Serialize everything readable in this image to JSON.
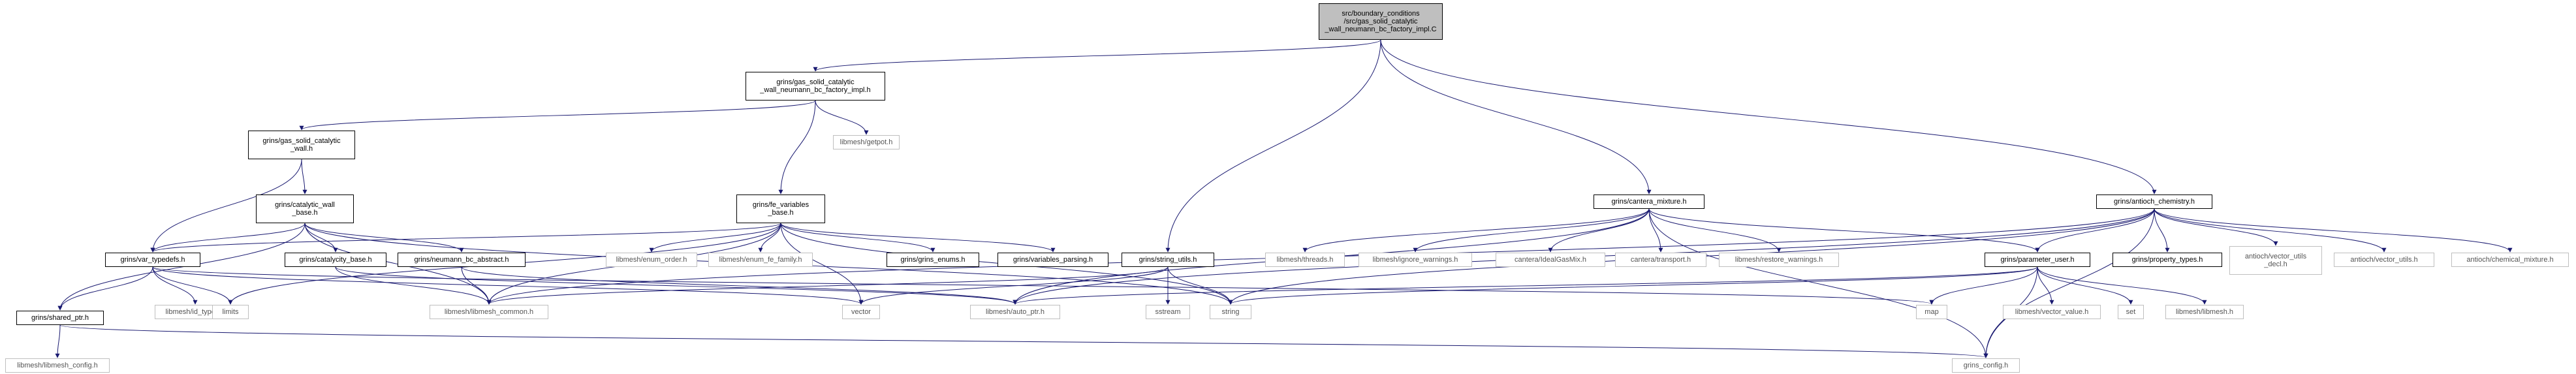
{
  "graph": {
    "edge_color": "#191970",
    "root_fill": "#bfbfbf",
    "external_border": "#bfbfbf",
    "nodes": [
      {
        "id": "root",
        "lines": [
          "src/boundary_conditions",
          "/src/gas_solid_catalytic",
          "_wall_neumann_bc_factory_impl.C"
        ],
        "kind": "root"
      },
      {
        "id": "factory_h",
        "lines": [
          "grins/gas_solid_catalytic",
          "_wall_neumann_bc_factory_impl.h"
        ],
        "kind": "doc"
      },
      {
        "id": "gas_wall",
        "lines": [
          "grins/gas_solid_catalytic",
          "_wall.h"
        ],
        "kind": "doc"
      },
      {
        "id": "getpot",
        "lines": [
          "libmesh/getpot.h"
        ],
        "kind": "ext"
      },
      {
        "id": "fe_vars",
        "lines": [
          "grins/fe_variables",
          "_base.h"
        ],
        "kind": "doc"
      },
      {
        "id": "cat_wall",
        "lines": [
          "grins/catalytic_wall",
          "_base.h"
        ],
        "kind": "doc"
      },
      {
        "id": "var_typedefs",
        "lines": [
          "grins/var_typedefs.h"
        ],
        "kind": "doc"
      },
      {
        "id": "shared_ptr",
        "lines": [
          "grins/shared_ptr.h"
        ],
        "kind": "doc"
      },
      {
        "id": "libmesh_config",
        "lines": [
          "libmesh/libmesh_config.h"
        ],
        "kind": "ext"
      },
      {
        "id": "id_types",
        "lines": [
          "libmesh/id_types.h"
        ],
        "kind": "ext"
      },
      {
        "id": "limits",
        "lines": [
          "limits"
        ],
        "kind": "ext"
      },
      {
        "id": "catalycity_base",
        "lines": [
          "grins/catalycity_base.h"
        ],
        "kind": "doc"
      },
      {
        "id": "neumann_abs",
        "lines": [
          "grins/neumann_bc_abstract.h"
        ],
        "kind": "doc"
      },
      {
        "id": "libmesh_common",
        "lines": [
          "libmesh/libmesh_common.h"
        ],
        "kind": "ext"
      },
      {
        "id": "enum_order",
        "lines": [
          "libmesh/enum_order.h"
        ],
        "kind": "ext"
      },
      {
        "id": "enum_fe_family",
        "lines": [
          "libmesh/enum_fe_family.h"
        ],
        "kind": "ext"
      },
      {
        "id": "grins_enums",
        "lines": [
          "grins/grins_enums.h"
        ],
        "kind": "doc"
      },
      {
        "id": "var_parsing",
        "lines": [
          "grins/variables_parsing.h"
        ],
        "kind": "doc"
      },
      {
        "id": "string_utils",
        "lines": [
          "grins/string_utils.h"
        ],
        "kind": "doc"
      },
      {
        "id": "vector",
        "lines": [
          "vector"
        ],
        "kind": "ext"
      },
      {
        "id": "sstream",
        "lines": [
          "sstream"
        ],
        "kind": "ext"
      },
      {
        "id": "string",
        "lines": [
          "string"
        ],
        "kind": "ext"
      },
      {
        "id": "auto_ptr",
        "lines": [
          "libmesh/auto_ptr.h"
        ],
        "kind": "ext"
      },
      {
        "id": "cantera_mix",
        "lines": [
          "grins/cantera_mixture.h"
        ],
        "kind": "doc"
      },
      {
        "id": "threads",
        "lines": [
          "libmesh/threads.h"
        ],
        "kind": "ext"
      },
      {
        "id": "ignore_warn",
        "lines": [
          "libmesh/ignore_warnings.h"
        ],
        "kind": "ext"
      },
      {
        "id": "ideal_gas",
        "lines": [
          "cantera/IdealGasMix.h"
        ],
        "kind": "ext"
      },
      {
        "id": "transport",
        "lines": [
          "cantera/transport.h"
        ],
        "kind": "ext"
      },
      {
        "id": "restore_warn",
        "lines": [
          "libmesh/restore_warnings.h"
        ],
        "kind": "ext"
      },
      {
        "id": "param_user",
        "lines": [
          "grins/parameter_user.h"
        ],
        "kind": "doc"
      },
      {
        "id": "map",
        "lines": [
          "map"
        ],
        "kind": "ext"
      },
      {
        "id": "vector_value",
        "lines": [
          "libmesh/vector_value.h"
        ],
        "kind": "ext"
      },
      {
        "id": "set",
        "lines": [
          "set"
        ],
        "kind": "ext"
      },
      {
        "id": "libmesh_h",
        "lines": [
          "libmesh/libmesh.h"
        ],
        "kind": "ext"
      },
      {
        "id": "grins_config",
        "lines": [
          "grins_config.h"
        ],
        "kind": "ext"
      },
      {
        "id": "antioch_chem",
        "lines": [
          "grins/antioch_chemistry.h"
        ],
        "kind": "doc"
      },
      {
        "id": "prop_types",
        "lines": [
          "grins/property_types.h"
        ],
        "kind": "doc"
      },
      {
        "id": "vec_utils_decl",
        "lines": [
          "antioch/vector_utils",
          "_decl.h"
        ],
        "kind": "ext"
      },
      {
        "id": "vec_utils",
        "lines": [
          "antioch/vector_utils.h"
        ],
        "kind": "ext"
      },
      {
        "id": "chem_mix",
        "lines": [
          "antioch/chemical_mixture.h"
        ],
        "kind": "ext"
      }
    ]
  }
}
